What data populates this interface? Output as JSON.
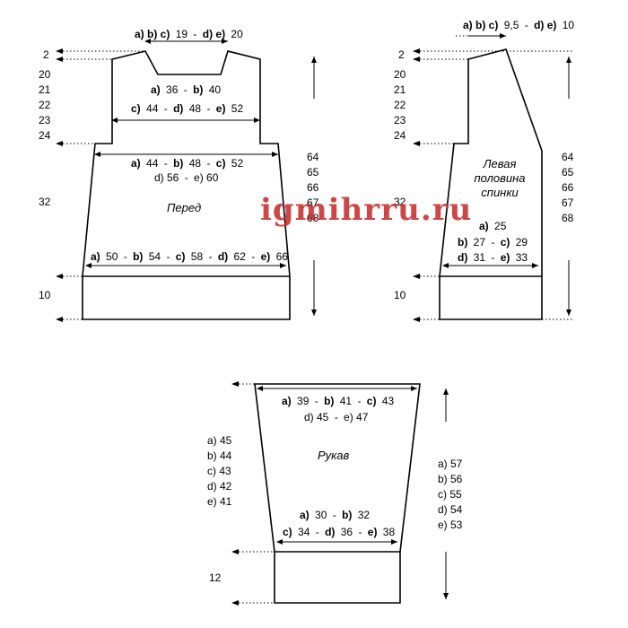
{
  "front": {
    "title": "Перед",
    "neck_width": [
      "a) b) c)",
      "19",
      "-",
      "d) e)",
      "20"
    ],
    "shoulder_width": [
      "a)",
      "36",
      "-",
      "b)",
      "40"
    ],
    "shoulder_width2": [
      "c)",
      "44",
      "-",
      "d)",
      "48",
      "-",
      "e)",
      "52"
    ],
    "chest_width1": [
      "a)",
      "44",
      "-",
      "b)",
      "48",
      "-",
      "c)",
      "52"
    ],
    "chest_width2": [
      "d) 56",
      "-",
      "e) 60"
    ],
    "hem_width": [
      "a)",
      "50",
      "-",
      "b)",
      "54",
      "-",
      "c)",
      "58",
      "-",
      "d)",
      "62",
      "-",
      "e)",
      "66"
    ],
    "left_heights": [
      "2",
      "20",
      "21",
      "22",
      "23",
      "24",
      "32",
      "10"
    ],
    "right_heights": [
      "64",
      "65",
      "66",
      "67",
      "68"
    ]
  },
  "back": {
    "title_lines": [
      "Левая",
      "половина",
      "спинки"
    ],
    "shoulder": [
      "a) b) c)",
      "9,5",
      "-",
      "d) e)",
      "10"
    ],
    "widths": [
      "a)",
      "25",
      "b)",
      "27",
      "-",
      "c)",
      "29",
      "d)",
      "31",
      "-",
      "e)",
      "33"
    ],
    "left_heights": [
      "2",
      "20",
      "21",
      "22",
      "23",
      "24",
      "32",
      "10"
    ],
    "right_heights": [
      "64",
      "65",
      "66",
      "67",
      "68"
    ]
  },
  "sleeve": {
    "title": "Рукав",
    "top_width1": [
      "a)",
      "39",
      "-",
      "b)",
      "41",
      "-",
      "c)",
      "43"
    ],
    "top_width2": [
      "d) 45",
      "-",
      "e) 47"
    ],
    "bottom_width1": [
      "a)",
      "30",
      "-",
      "b)",
      "32"
    ],
    "bottom_width2": [
      "c)",
      "34",
      "-",
      "d)",
      "36",
      "-",
      "e)",
      "38"
    ],
    "left_heights": [
      "a) 45",
      "b) 44",
      "c) 43",
      "d) 42",
      "e) 41"
    ],
    "right_heights": [
      "a) 57",
      "b) 56",
      "c) 55",
      "d) 54",
      "e) 53"
    ],
    "cuff_height": "12"
  },
  "watermark": "igmihrru.ru"
}
